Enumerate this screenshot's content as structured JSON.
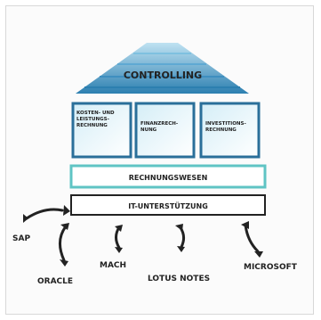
{
  "roof": {
    "label": "CONTROLLING"
  },
  "pillars": [
    {
      "label": "KOSTEN- UND LEISTUNGS- RECHNUNG"
    },
    {
      "label": "FINANZRECH- NUNG"
    },
    {
      "label": "INVESTITIONS- RECHNUNG"
    }
  ],
  "beams": {
    "accounting": "RECHNUNGSWESEN",
    "it_support": "IT-UNTERSTÜTZUNG"
  },
  "systems": [
    "SAP",
    "ORACLE",
    "MACH",
    "LOTUS NOTES",
    "MICROSOFT"
  ],
  "colors": {
    "roof_dark": "#2c7fb0",
    "roof_light": "#bfe2f2",
    "accounting_border": "#5fc4c4",
    "pillar_border": "#2a6f9a",
    "ink": "#222222"
  }
}
